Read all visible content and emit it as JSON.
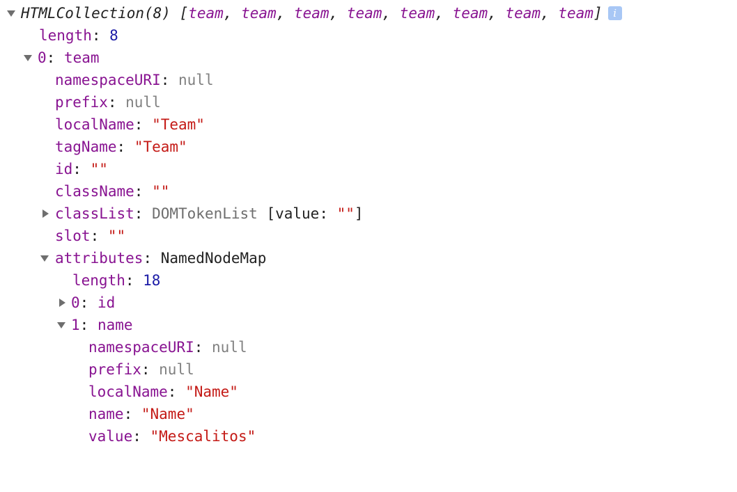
{
  "header": {
    "type_name": "HTMLCollection(8)",
    "items": [
      "team",
      "team",
      "team",
      "team",
      "team",
      "team",
      "team",
      "team"
    ],
    "info_glyph": "i"
  },
  "rows": {
    "length_key": "length",
    "length_val": "8",
    "item0_key": "0",
    "item0_val": "team",
    "namespaceURI_key": "namespaceURI",
    "namespaceURI_val": "null",
    "prefix_key": "prefix",
    "prefix_val": "null",
    "localName_key": "localName",
    "localName_val": "\"Team\"",
    "tagName_key": "tagName",
    "tagName_val": "\"Team\"",
    "id_key": "id",
    "id_val": "\"\"",
    "className_key": "className",
    "className_val": "\"\"",
    "classList_key": "classList",
    "classList_type": "DOMTokenList",
    "classList_prop": "value",
    "classList_val": "\"\"",
    "slot_key": "slot",
    "slot_val": "\"\"",
    "attributes_key": "attributes",
    "attributes_type": "NamedNodeMap",
    "attr_length_key": "length",
    "attr_length_val": "18",
    "attr0_key": "0",
    "attr0_val": "id",
    "attr1_key": "1",
    "attr1_val": "name",
    "a1_namespaceURI_key": "namespaceURI",
    "a1_namespaceURI_val": "null",
    "a1_prefix_key": "prefix",
    "a1_prefix_val": "null",
    "a1_localName_key": "localName",
    "a1_localName_val": "\"Name\"",
    "a1_name_key": "name",
    "a1_name_val": "\"Name\"",
    "a1_value_key": "value",
    "a1_value_val": "\"Mescalitos\""
  },
  "colors": {
    "key": "#881391",
    "number": "#1a1aa6",
    "string": "#c41a16",
    "null": "#808080",
    "triangle": "#6e6e6e",
    "info_badge": "#a8c7f5"
  },
  "icons": {
    "expanded": "triangle-down-icon",
    "collapsed": "triangle-right-icon",
    "info": "info-icon"
  }
}
